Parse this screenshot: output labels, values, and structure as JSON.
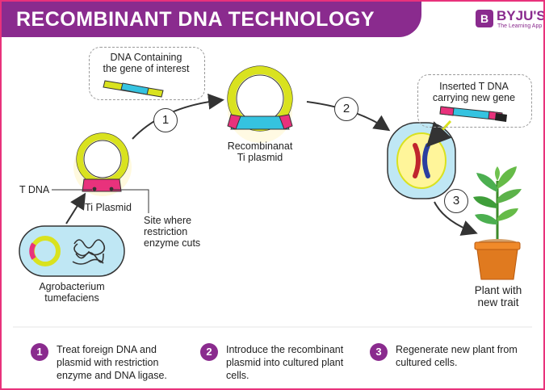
{
  "header": {
    "title": "RECOMBINANT DNA TECHNOLOGY",
    "logo_name": "BYJU'S",
    "logo_tagline": "The Learning App"
  },
  "labels": {
    "dna_gene": "DNA Containing\nthe gene of interest",
    "recombinant": "Recombinanat\nTi plasmid",
    "inserted": "Inserted T DNA\ncarrying new gene",
    "t_dna": "T DNA",
    "ti_plasmid": "Ti Plasmid",
    "site": "Site where\nrestriction\nenzyme cuts",
    "agrobacterium": "Agrobacterium\ntumefaciens",
    "plant": "Plant with\nnew trait"
  },
  "arrow_numbers": [
    "1",
    "2",
    "3"
  ],
  "steps": [
    {
      "number": "1",
      "text": "Treat foreign DNA and\nplasmid with restriction\nenzyme and DNA ligase."
    },
    {
      "number": "2",
      "text": "Introduce the recombinant\nplasmid into cultured plant\ncells."
    },
    {
      "number": "3",
      "text": "Regenerate new plant from\ncultured cells."
    }
  ],
  "colors": {
    "accent": "#8a2b8e",
    "border": "#e8327c",
    "plasmid_ring": "#d9e21f",
    "insert_cyan": "#35c3e0",
    "insert_pink": "#e8327c",
    "pot": "#e07a1f",
    "cell": "#bfe7f4"
  }
}
